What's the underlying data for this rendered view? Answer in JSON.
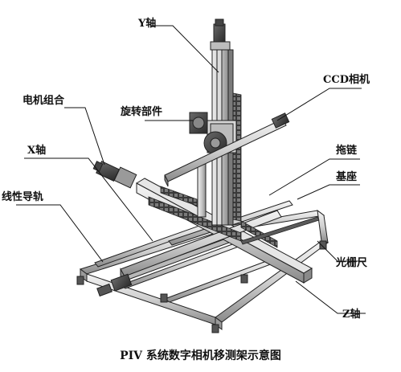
{
  "labels": {
    "y_axis": "Y轴",
    "ccd_camera": "CCD相机",
    "rotation_part": "旋转部件",
    "motor_assembly": "电机组合",
    "x_axis": "X轴",
    "drag_chain": "拖链",
    "base": "基座",
    "linear_guide": "线性导轨",
    "grating_scale": "光栅尺",
    "z_axis": "Z轴"
  },
  "caption": "PIV 系统数字相机移测架示意图"
}
